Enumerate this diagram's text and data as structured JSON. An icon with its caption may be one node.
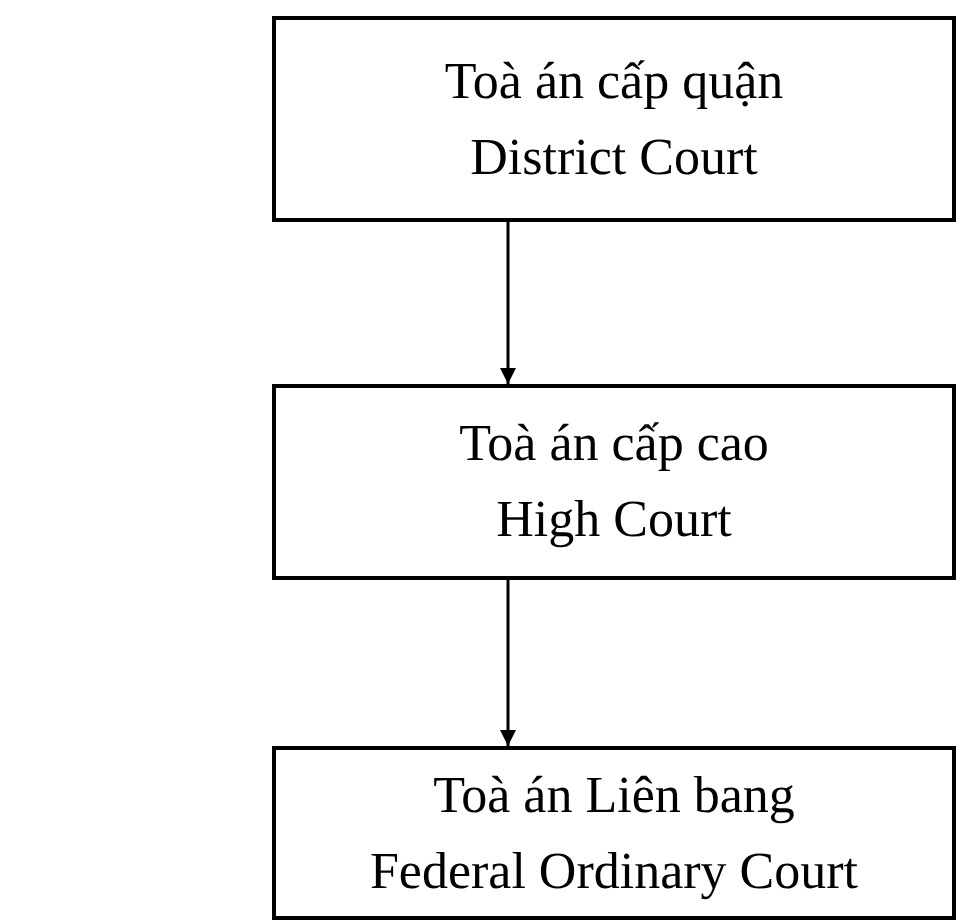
{
  "diagram": {
    "nodes": [
      {
        "text": [
          "Toà án cấp quận",
          "District Court"
        ]
      },
      {
        "text": [
          "Toà án cấp cao",
          "High Court"
        ]
      },
      {
        "text": [
          "Toà án Liên bang",
          "Federal Ordinary Court"
        ]
      }
    ],
    "edges": [
      {
        "from": 0,
        "to": 1,
        "arrow": "to"
      },
      {
        "from": 1,
        "to": 2,
        "arrow": "to"
      }
    ]
  }
}
